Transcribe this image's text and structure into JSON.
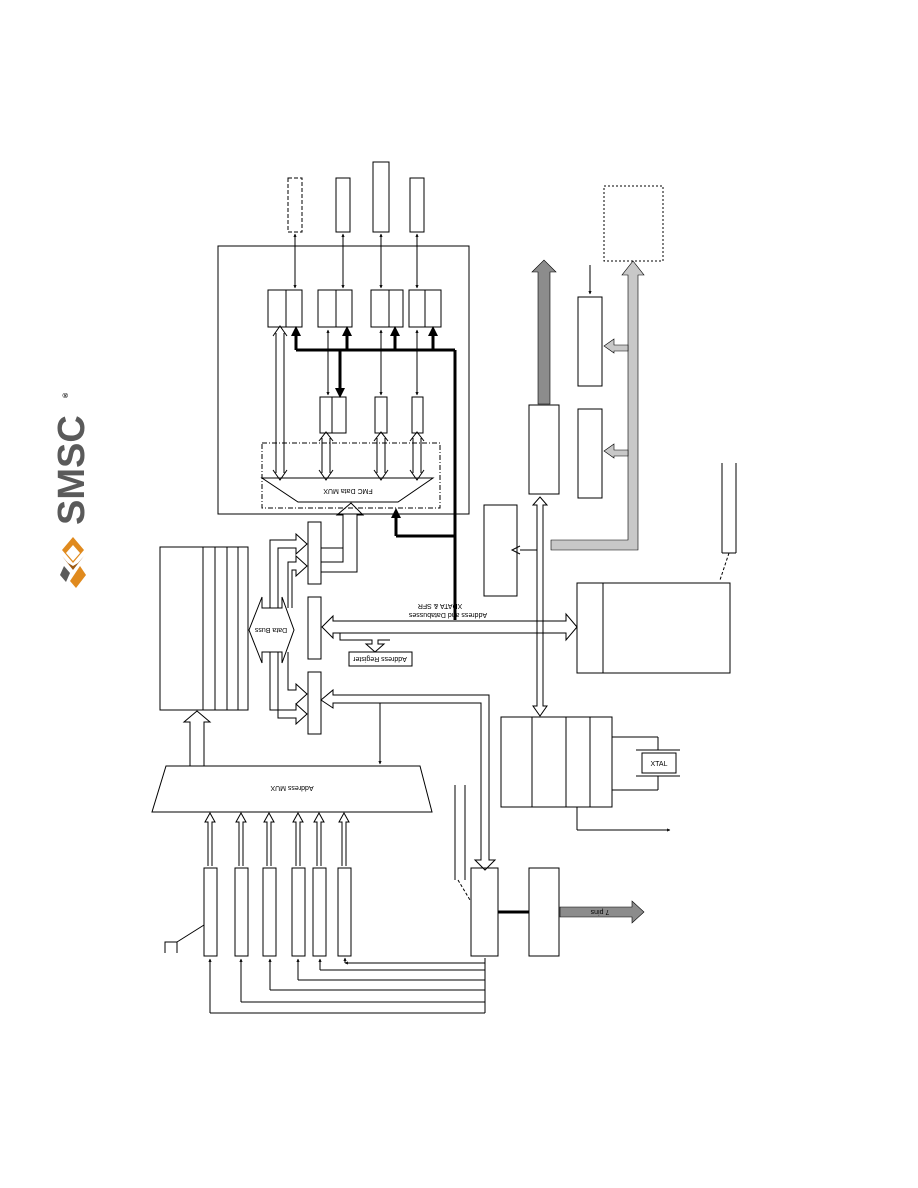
{
  "logo": {
    "wordmark": "SMSC",
    "registered": "®",
    "mark_colors": [
      "#E08A1E",
      "#9E5A12",
      "#5A5A5A"
    ]
  },
  "labels": {
    "fmc_data_mux": "FMC Data MUX",
    "data_buss": "Data Buss",
    "address_register": "Address Register",
    "address_mux": "Address MUX",
    "xdata_sfr_line1": "XDATA & SFR",
    "xdata_sfr_line2": "Address and Databusses",
    "xtal": "XTAL",
    "pins": "7 pins"
  },
  "colors": {
    "line": "#000000",
    "bus_gray": "#C8C8C8",
    "bus_dark": "#8C8C8C"
  }
}
